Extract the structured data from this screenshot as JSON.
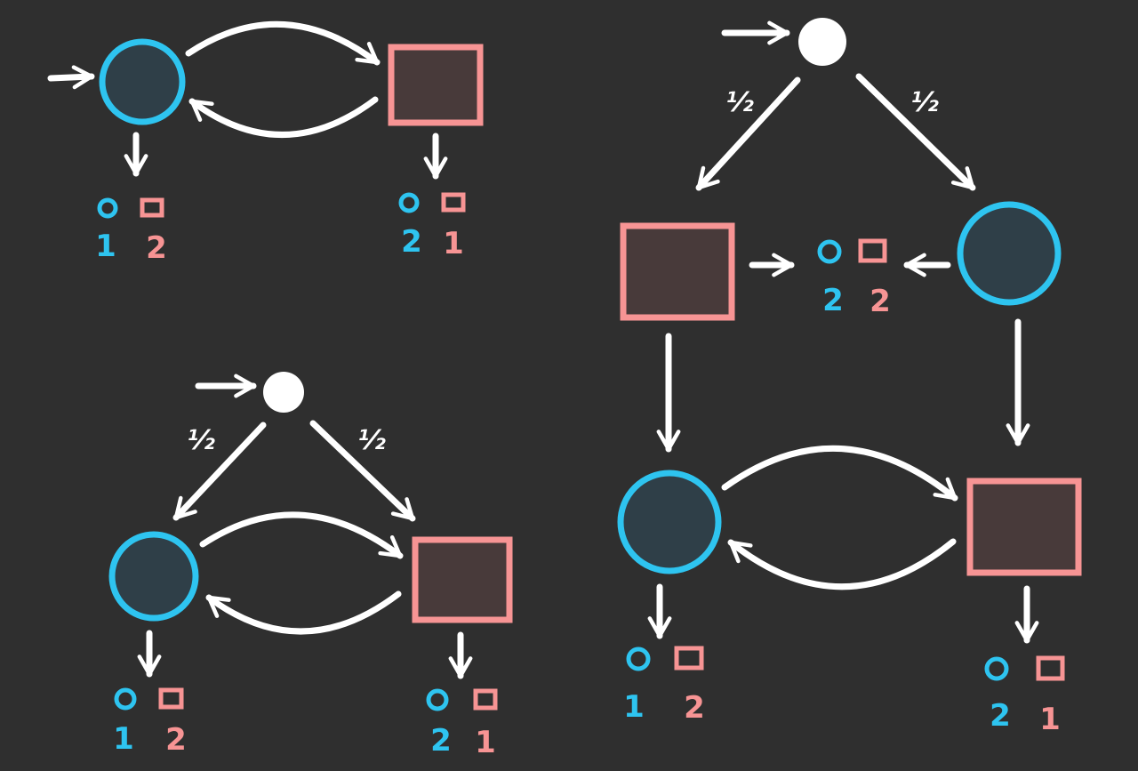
{
  "colors": {
    "background": "#2f2f2f",
    "player_circle": "#2ec4f0",
    "player_square": "#f79494",
    "circle_fill": "#2f3f48",
    "square_fill": "#483a3a"
  },
  "diagram_a": {
    "payoff_circle_node": {
      "circle": "1",
      "square": "2"
    },
    "payoff_square_node": {
      "circle": "2",
      "square": "1"
    }
  },
  "diagram_b": {
    "prob_left": "½",
    "prob_right": "½",
    "payoff_circle_node": {
      "circle": "1",
      "square": "2"
    },
    "payoff_square_node": {
      "circle": "2",
      "square": "1"
    }
  },
  "diagram_c": {
    "prob_left": "½",
    "prob_right": "½",
    "payoff_middle": {
      "circle": "2",
      "square": "2"
    },
    "payoff_circle_node": {
      "circle": "1",
      "square": "2"
    },
    "payoff_square_node": {
      "circle": "2",
      "square": "1"
    }
  }
}
